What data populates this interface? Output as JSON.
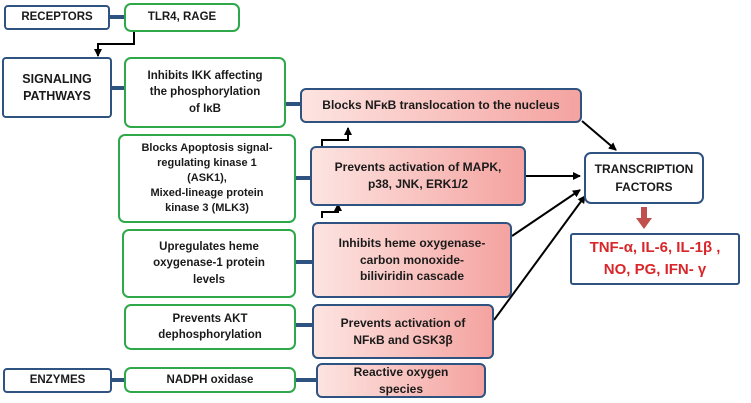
{
  "categories": {
    "receptors": "RECEPTORS",
    "signaling": "SIGNALING\nPATHWAYS",
    "enzymes": "ENZYMES"
  },
  "receptor_list": "TLR4, RAGE",
  "mechanisms": {
    "ikk": "Inhibits IKK affecting\nthe phosphorylation\nof IκB",
    "ask1": "Blocks Apoptosis signal-\nregulating kinase 1\n(ASK1),\nMixed-lineage protein\nkinase 3 (MLK3)",
    "heme": "Upregulates heme\noxygenase-1 protein\nlevels",
    "akt": "Prevents AKT\ndephosphorylation",
    "nadph": "NADPH oxidase"
  },
  "effects": {
    "nfkb_translocation": "Blocks NFκB translocation to the nucleus",
    "mapk": "Prevents activation of MAPK,\np38, JNK, ERK1/2",
    "cascade": "Inhibits heme oxygenase-\ncarbon monoxide-\nbiliviridin cascade",
    "gsk3b": "Prevents activation of\nNFκB and GSK3β",
    "ros": "Reactive oxygen\nspecies"
  },
  "transcription_factors": "TRANSCRIPTION\nFACTORS",
  "cytokines": "TNF-α, IL-6, IL-1β ,\nNO, PG, IFN- γ",
  "colors": {
    "navy": "#2f5381",
    "green": "#2fa84a",
    "red_text": "#d9262b",
    "down_arrow": "#c0504d",
    "gradient_start": "#fde4e1",
    "gradient_end": "#f4a3a0"
  }
}
